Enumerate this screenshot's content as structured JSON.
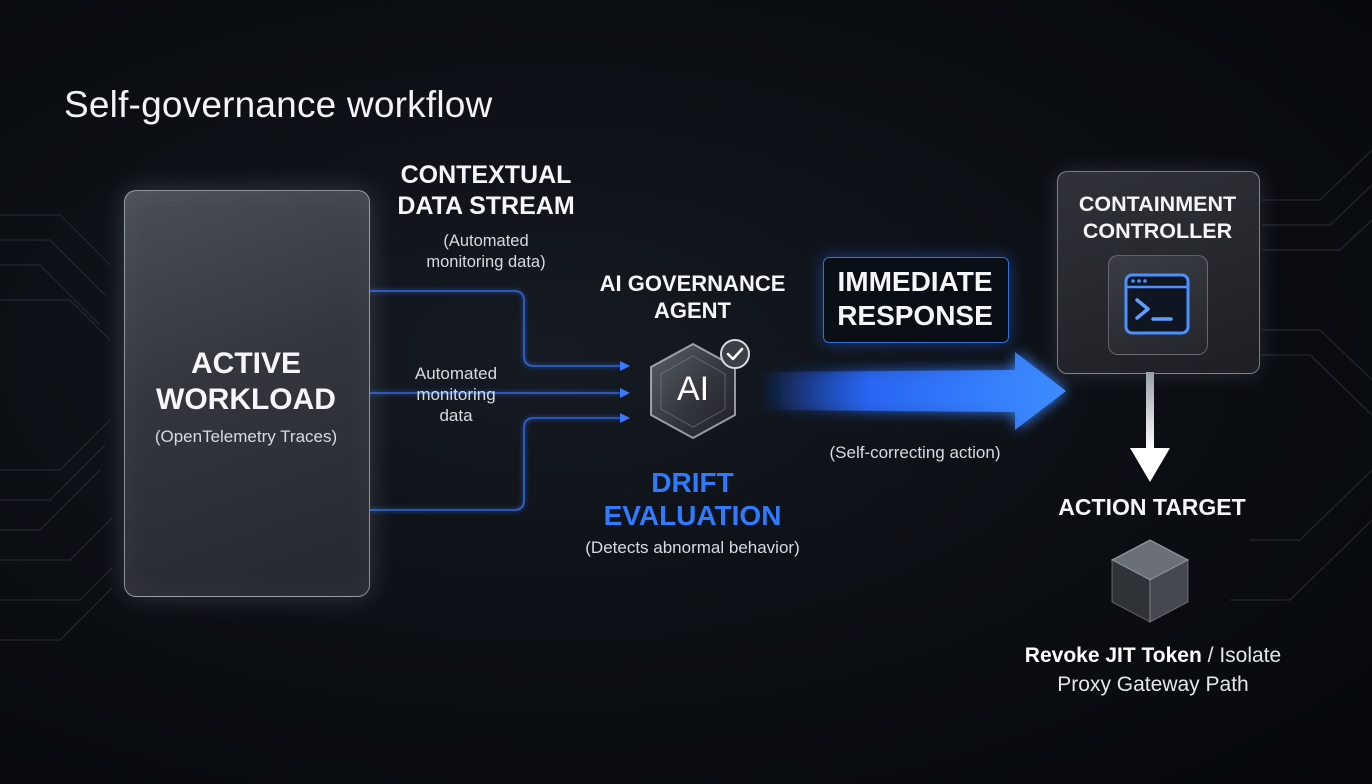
{
  "title": "Self-governance workflow",
  "workload": {
    "title_line1": "ACTIVE",
    "title_line2": "WORKLOAD",
    "subtitle": "(OpenTelemetry Traces)"
  },
  "stream": {
    "title_line1": "CONTEXTUAL",
    "title_line2": "DATA STREAM",
    "subtitle_line1": "(Automated",
    "subtitle_line2": "monitoring data)",
    "mid_line1": "Automated",
    "mid_line2": "monitoring",
    "mid_line3": "data"
  },
  "agent": {
    "title_line1": "AI GOVERNANCE",
    "title_line2": "AGENT",
    "badge": "AI",
    "drift_line1": "DRIFT",
    "drift_line2": "EVALUATION",
    "drift_sub": "(Detects abnormal behavior)"
  },
  "response": {
    "line1": "IMMEDIATE",
    "line2": "RESPONSE",
    "action_label": "(Self-correcting action)"
  },
  "controller": {
    "title_line1": "CONTAINMENT",
    "title_line2": "CONTROLLER",
    "icon": "terminal-icon"
  },
  "target": {
    "title": "ACTION TARGET",
    "bold_part": "Revoke JIT Token",
    "rest_part1": " / Isolate",
    "rest_line2": "Proxy Gateway Path",
    "icon": "cube-icon"
  },
  "colors": {
    "accent_blue": "#2f7bff",
    "background": "#07090d",
    "text": "#e9edf2"
  }
}
